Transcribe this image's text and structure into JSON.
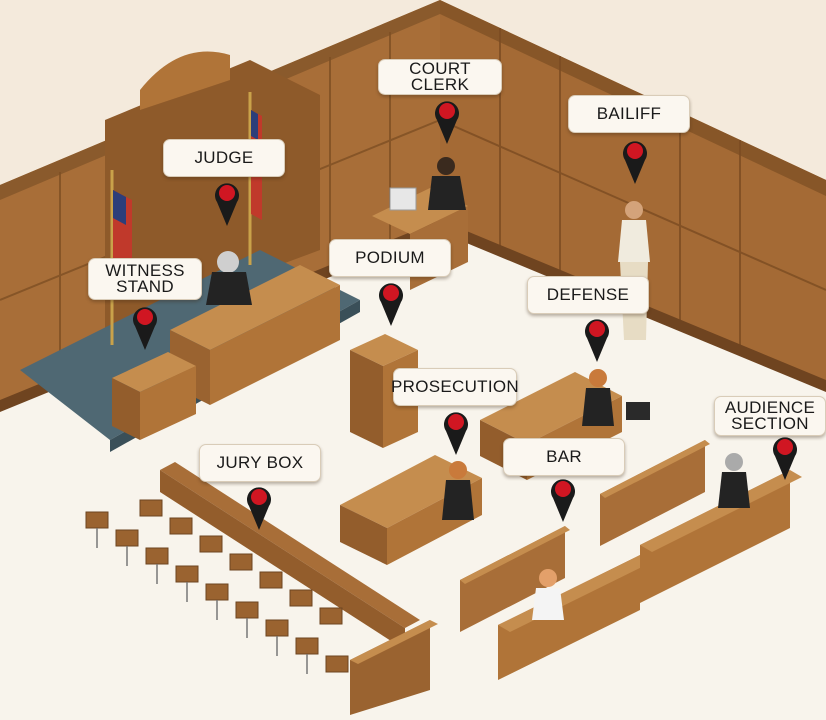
{
  "labels": {
    "court_clerk": "COURT CLERK",
    "bailiff": "BAILIFF",
    "judge": "JUDGE",
    "witness_stand_line1": "WITNESS",
    "witness_stand_line2": "STAND",
    "podium": "PODIUM",
    "defense": "DEFENSE",
    "prosecution": "PROSECUTION",
    "audience_section_line1": "AUDIENCE",
    "audience_section_line2": "SECTION",
    "jury_box": "JURY BOX",
    "bar": "BAR"
  },
  "colors": {
    "wood": "#a86e38",
    "wood_dark": "#7e4f24",
    "platform": "#4f6873",
    "floor": "#f8f4ec",
    "pin": "#d01622"
  }
}
